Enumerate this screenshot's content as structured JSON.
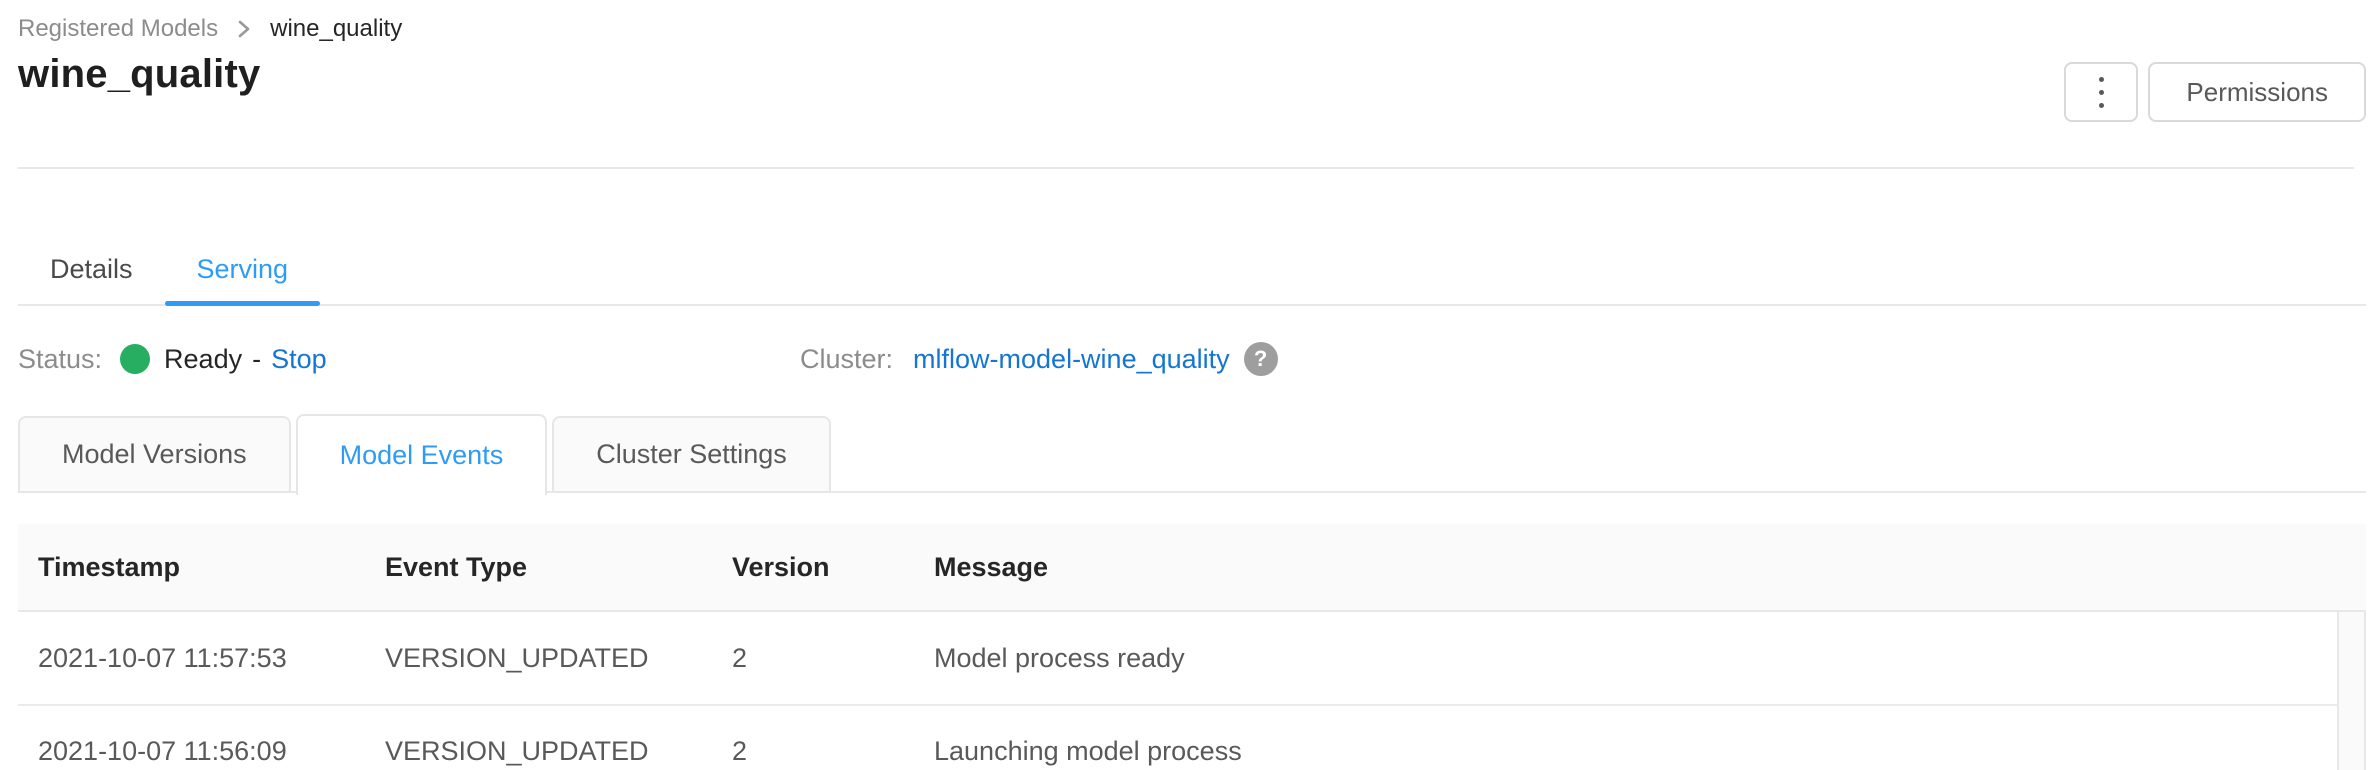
{
  "breadcrumb": {
    "parent": "Registered Models",
    "current": "wine_quality",
    "separator_icon": "chevron-right-icon"
  },
  "header": {
    "title": "wine_quality",
    "kebab_icon": "kebab-vertical-icon",
    "permissions_label": "Permissions"
  },
  "tabs": [
    {
      "label": "Details",
      "active": false
    },
    {
      "label": "Serving",
      "active": true
    }
  ],
  "status": {
    "label": "Status:",
    "value": "Ready",
    "separator": "-",
    "action_label": "Stop",
    "dot_icon": "status-dot",
    "dot_color": "#27ae60"
  },
  "cluster": {
    "label": "Cluster:",
    "link": "mlflow-model-wine_quality",
    "help_icon": "question-mark-icon",
    "help_glyph": "?"
  },
  "subtabs": [
    {
      "label": "Model Versions",
      "active": false
    },
    {
      "label": "Model Events",
      "active": true
    },
    {
      "label": "Cluster Settings",
      "active": false
    }
  ],
  "table": {
    "columns": [
      "Timestamp",
      "Event Type",
      "Version",
      "Message"
    ],
    "rows": [
      [
        "2021-10-07 11:57:53",
        "VERSION_UPDATED",
        "2",
        "Model process ready"
      ],
      [
        "2021-10-07 11:56:09",
        "VERSION_UPDATED",
        "2",
        "Launching model process"
      ]
    ]
  },
  "colors": {
    "accent_blue": "#2e9cf5",
    "link_blue": "#1476d2",
    "status_green": "#27ae60",
    "header_bg": "#fafafa",
    "border": "#e8e8e8"
  }
}
